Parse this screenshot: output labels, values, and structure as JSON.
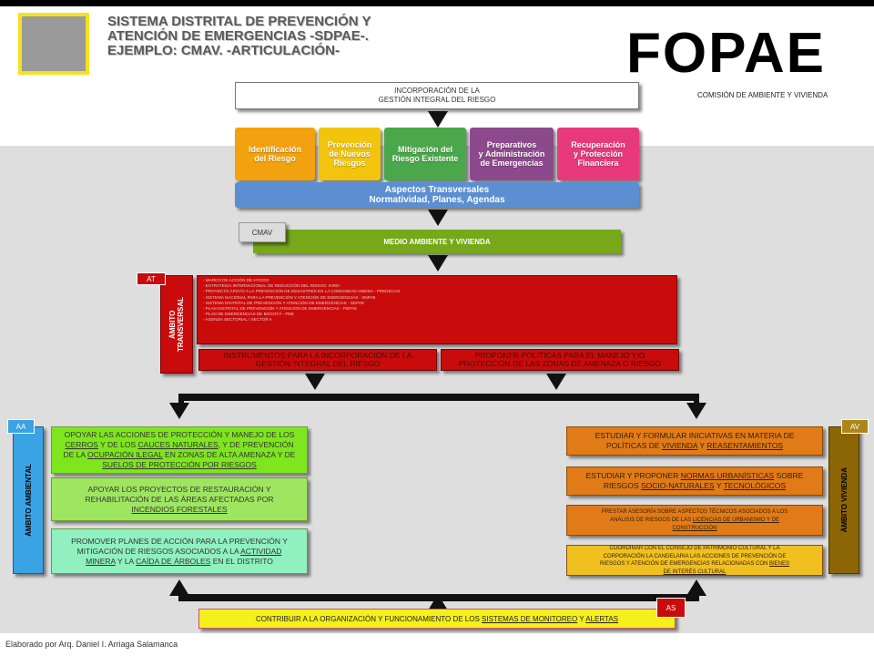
{
  "header": {
    "title_lines": [
      "SISTEMA DISTRITAL DE PREVENCIÓN Y",
      "ATENCIÓN DE EMERGENCIAS -SDPAE-.",
      "EJEMPLO: CMAV. -ARTICULACIÓN-"
    ],
    "brand": "FOPAE",
    "comision": "COMISIÓN DE AMBIENTE Y VIVIENDA"
  },
  "incorporacion": {
    "line1": "INCORPORACIÓN DE LA",
    "line2": "GESTIÓN INTEGRAL DEL RIESGO"
  },
  "tiles": [
    {
      "line1": "Identificación",
      "line2": "del Riesgo",
      "line3": "",
      "line4": "",
      "color": "#f2a20e"
    },
    {
      "line1": "Prevención",
      "line2": "de Nuevos",
      "line3": "Riesgos",
      "line4": "",
      "color": "#f2c40e"
    },
    {
      "line1": "Mitigación del",
      "line2": "Riesgo Existente",
      "line3": "",
      "line4": "",
      "color": "#4aa84a"
    },
    {
      "line1": "Preparativos",
      "line2": "y Administración",
      "line3": "de Emergencias",
      "line4": "",
      "color": "#8c4a8c"
    },
    {
      "line1": "Recuperación",
      "line2": "y Protección",
      "line3": "Financiera",
      "line4": "",
      "color": "#e83a7a"
    }
  ],
  "transversales": {
    "line1": "Aspectos Transversales",
    "line2": "Normatividad, Planes, Agendas"
  },
  "cmav": {
    "tag": "CMAV",
    "label": "MEDIO AMBIENTE Y VIVIENDA"
  },
  "transversal": {
    "tag": "AT",
    "label": "ÁMBITO\nTRANSVERSAL",
    "items": [
      "- MARCO DE ACCIÓN DE HYOGO",
      "- ESTRATEGIA INTERNACIONAL DE REDUCCIÓN DEL RIESGO -EIRD-",
      "- PROYECTO APOYO A LA PREVENCIÓN DE DESASTRES EN LA COMUNIDAD ANDINA - PREDECAN",
      "- SISTEMA NACIONAL PARA LA PREVENCIÓN Y ATENCIÓN DE EMERGENCIAS - SNPAE",
      "- SISTEMA DISTRITAL DE PREVENCIÓN Y ATENCIÓN DE EMERGENCIAS - SDPAE",
      "- PLAN DISTRITAL DE PREVENCIÓN Y ATENCIÓN DE EMERGENCIAS - PDPAE",
      "- PLAN DE EMERGENCIAS DE BOGOTÁ - PEB",
      "- AGENDA SECTORIAL / SECTOR A"
    ],
    "left_btn": {
      "line1": "INSTRUMENTOS PARA LA INCORPORACIÓN DE LA",
      "line2": "GESTIÓN INTEGRAL DEL RIESGO"
    },
    "right_btn": {
      "line1": "PROPONER POLÍTICAS PARA EL MANEJO Y/O",
      "line2": "PROTECCIÓN DE LAS ZONAS DE AMENAZA O RIESGO"
    }
  },
  "ambiental": {
    "tag": "AA",
    "label": "ÁMBITO AMBIENTAL",
    "box1": [
      "OPOYAR LAS ACCIONES DE PROTECCIÓN Y MANEJO DE LOS",
      "CERROS",
      "Y DE LOS",
      "CAUCES NATURALES",
      ", Y DE PREVENCIÓN",
      "DE LA",
      "OCUPACIÓN ILEGAL",
      "EN ZONAS DE ALTA AMENAZA Y DE",
      "SUELOS DE PROTECCIÓN POR RIESGOS"
    ],
    "box2": [
      "APOYAR LOS PROYECTOS DE RESTAURACIÓN Y",
      "REHABILITACIÓN DE LAS ÁREAS AFECTADAS POR",
      "INCENDIOS FORESTALES"
    ],
    "box3": [
      "PROMOVER PLANES DE ACCIÓN PARA LA PREVENCIÓN Y",
      "MITIGACIÓN DE RIESGOS ASOCIADOS A LA",
      "ACTIVIDAD",
      "MINERA",
      "Y LA",
      "CAÍDA DE ÁRBOLES",
      "EN EL DISTRITO"
    ]
  },
  "vivienda": {
    "tag": "AV",
    "label": "ÁMBITO VIVIENDA",
    "box1": [
      "ESTUDIAR Y FORMULAR INICIATIVAS EN MATERIA DE",
      "POLÍTICAS DE",
      "VIVIENDA",
      "Y",
      "REASENTAMIENTOS"
    ],
    "box2": [
      "ESTUDIAR Y PROPONER",
      "NORMAS URBANÍSTICAS",
      "SOBRE",
      "RIESGOS",
      "SOCIO-NATURALES",
      "Y",
      "TECNOLÓGICOS"
    ],
    "box3": [
      "PRESTAR ASESORÍA SOBRE ASPECTOS TÉCNICOS ASOCIADOS A LOS",
      "ANÁLISIS DE RIESGOS DE LAS",
      "LICENCIAS DE URBANISMO Y DE",
      "CONSTRUCCIÓN"
    ],
    "box4": [
      "COORDINAR CON EL CONSEJO DE PATRIMONIO CULTURAL Y LA",
      "CORPORACIÓN LA CANDELARIA LAS ACCIONES DE PREVENCIÓN DE",
      "RIESGOS Y ATENCIÓN DE EMERGENCIAS RELACIONADAS CON",
      "BIENES",
      "DE INTERÉS CULTURAL"
    ]
  },
  "sistemas": {
    "tag": "AS",
    "pre": "CONTRIBUIR A LA ORGANIZACIÓN Y FUNCIONAMIENTO DE LOS",
    "u1": "SISTEMAS DE MONITOREO",
    "mid": "Y",
    "u2": "ALERTAS"
  },
  "credit": "Elaborado por Arq. Daniel I. Arriaga Salamanca"
}
